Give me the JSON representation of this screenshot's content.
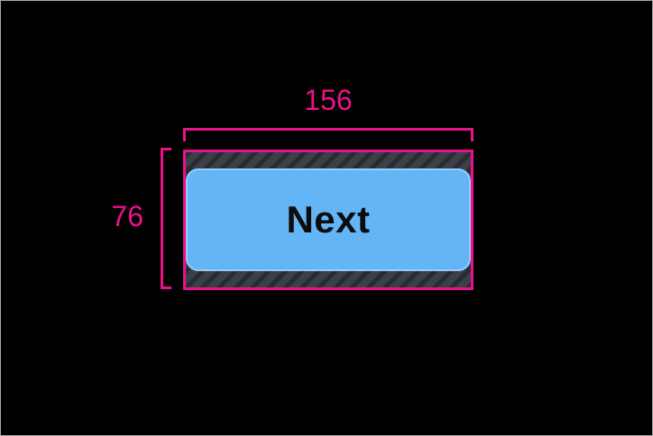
{
  "annotations": {
    "width_label": "156",
    "height_label": "76"
  },
  "button": {
    "label": "Next"
  },
  "colors": {
    "accent": "#eb118d",
    "button_fill": "#64b5f6",
    "button_edge": "#98cbf8",
    "button_text": "#0d0d0d",
    "padding_base": "#3a4048",
    "padding_stripe": "#272c33",
    "canvas_bg": "#000000",
    "frame_border": "#a6a6a6"
  }
}
